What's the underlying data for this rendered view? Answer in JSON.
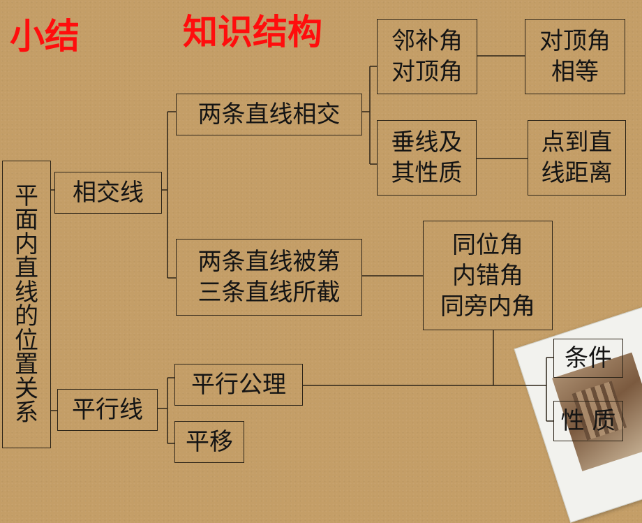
{
  "header": {
    "summary": "小结",
    "structure": "知识结构"
  },
  "diagram": {
    "root": [
      "平",
      "面",
      "内",
      "直",
      "线",
      "的",
      "位",
      "置",
      "关",
      "系"
    ],
    "intersecting": "相交线",
    "parallel": "平行线",
    "two_lines_intersect": "两条直线相交",
    "third_line": {
      "line1": "两条直线被第",
      "line2": "三条直线所截"
    },
    "adjacent_vertical": {
      "line1": "邻补角",
      "line2": "对顶角"
    },
    "vertical_equal": {
      "line1": "对顶角",
      "line2": "相等"
    },
    "perpendicular": {
      "line1": "垂线及",
      "line2": "其性质"
    },
    "point_distance": {
      "line1": "点到直",
      "line2": "线距离"
    },
    "angles": {
      "line1": "同位角",
      "line2": "内错角",
      "line3": "同旁内角"
    },
    "parallel_axiom": "平行公理",
    "translation": "平移",
    "conditions": "条件",
    "properties": "性 质"
  }
}
